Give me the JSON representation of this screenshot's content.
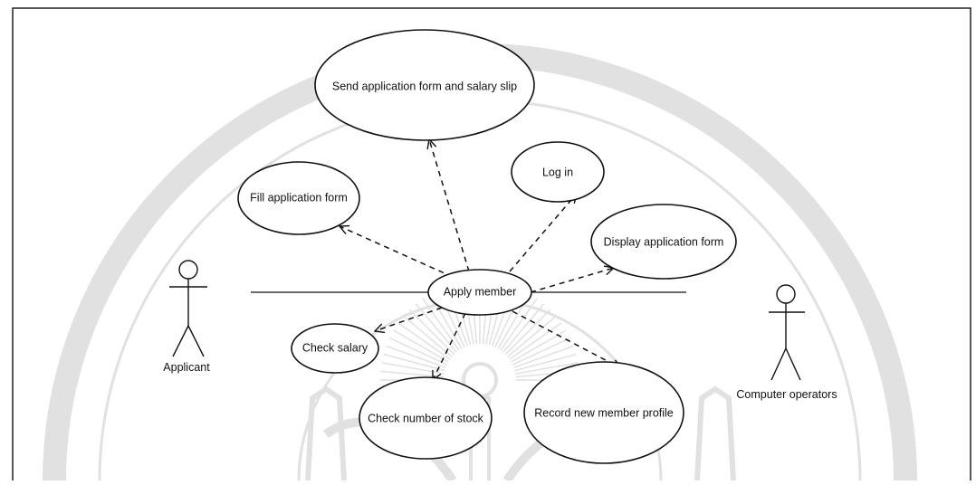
{
  "diagram": {
    "actors": [
      {
        "id": "applicant",
        "label": "Applicant"
      },
      {
        "id": "operators",
        "label": "Computer operators"
      }
    ],
    "use_cases": [
      {
        "id": "send",
        "label": "Send application form and salary slip"
      },
      {
        "id": "fill",
        "label": "Fill application form"
      },
      {
        "id": "login",
        "label": "Log in"
      },
      {
        "id": "display",
        "label": "Display application form"
      },
      {
        "id": "apply",
        "label": "Apply member"
      },
      {
        "id": "salary",
        "label": "Check salary"
      },
      {
        "id": "stock",
        "label": "Check number of stock"
      },
      {
        "id": "record",
        "label": "Record new member profile"
      }
    ],
    "associations": [
      {
        "from": "applicant",
        "to": "apply"
      },
      {
        "from": "operators",
        "to": "apply"
      }
    ],
    "dependencies": [
      {
        "from": "apply",
        "to": "send"
      },
      {
        "from": "apply",
        "to": "fill"
      },
      {
        "from": "apply",
        "to": "login"
      },
      {
        "from": "apply",
        "to": "display"
      },
      {
        "from": "apply",
        "to": "salary"
      },
      {
        "from": "apply",
        "to": "stock"
      },
      {
        "from": "apply",
        "to": "record"
      }
    ]
  },
  "colors": {
    "line": "#111111",
    "watermark": "#c9c9c9",
    "background": "#ffffff"
  }
}
